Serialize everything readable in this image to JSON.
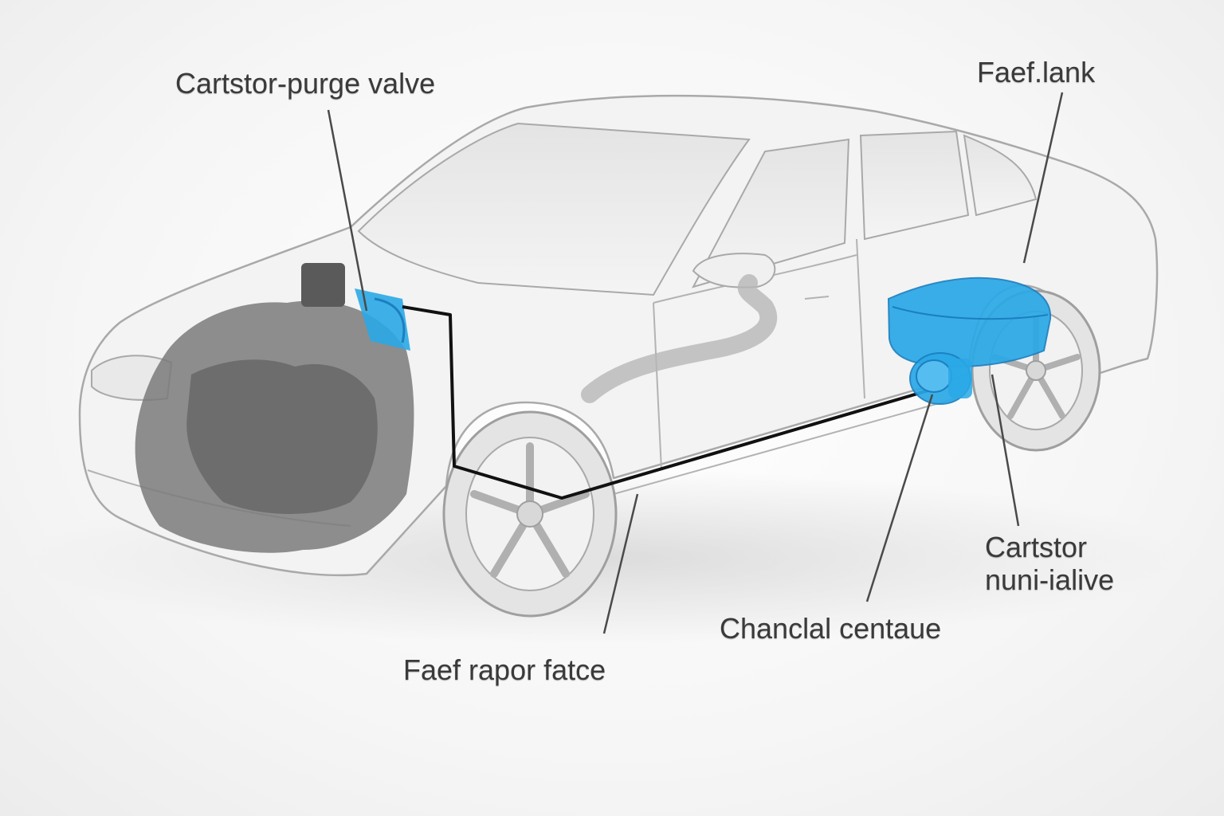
{
  "labels": {
    "purge_valve": "Cartstor-purge valve",
    "fuel_tank": "Faef.lank",
    "canister_line1": "Cartstor",
    "canister_line2": "nuni-ialive",
    "charcoal": "Chanclal centaue",
    "vapor_line": "Faef rapor fatce"
  },
  "colors": {
    "highlight": "#2aa8e6",
    "highlight_dark": "#1b7fc0",
    "outline": "#a9a9a9",
    "body_fill": "#f3f3f3",
    "engine": "#7a7a7a",
    "leader": "#4a4a4a",
    "vapor_line": "#111111"
  }
}
